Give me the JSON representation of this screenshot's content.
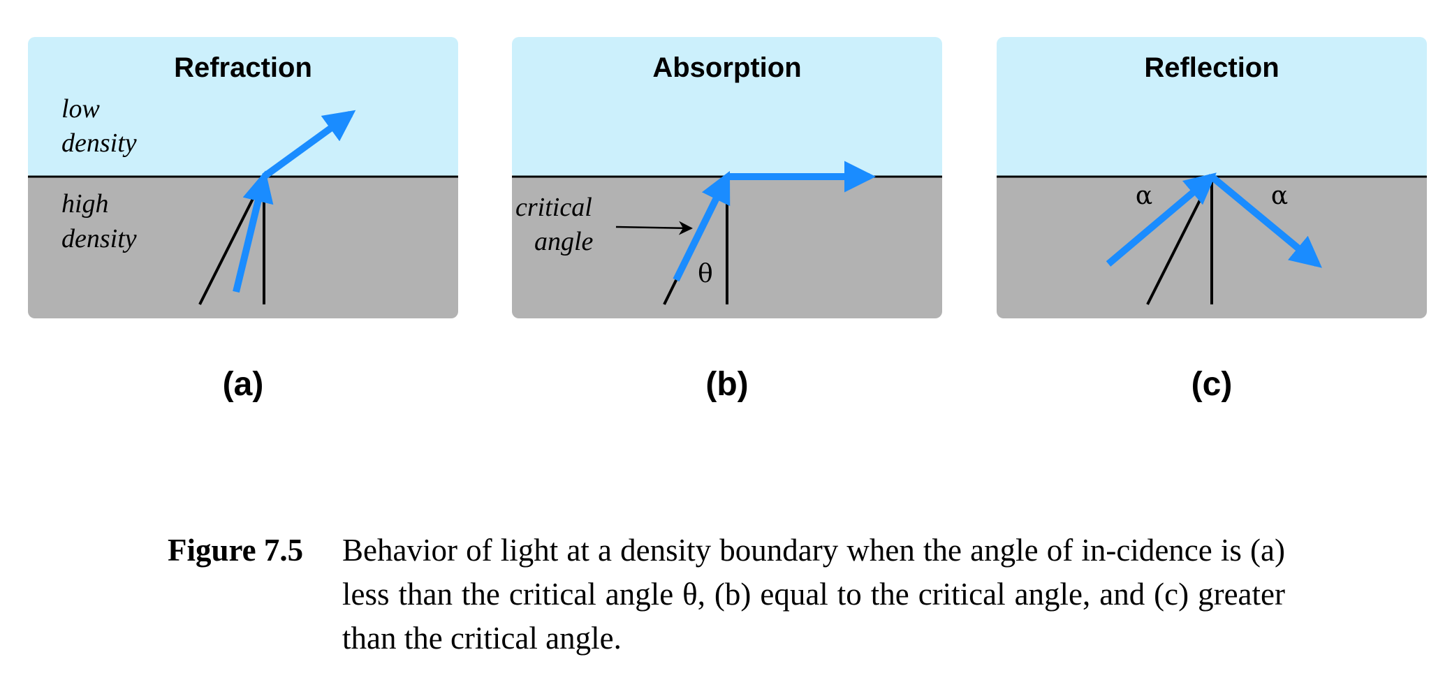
{
  "panels": [
    {
      "title": "Refraction",
      "label": "(a)",
      "upper_medium_lines": [
        "low",
        "density"
      ],
      "lower_medium_lines": [
        "high",
        "density"
      ]
    },
    {
      "title": "Absorption",
      "label": "(b)",
      "annotation_lines": [
        "critical",
        "angle"
      ],
      "angle_symbol": "θ"
    },
    {
      "title": "Reflection",
      "label": "(c)",
      "incident_angle_symbol": "α",
      "reflected_angle_symbol": "α"
    }
  ],
  "caption": {
    "label": "Figure 7.5",
    "text": "Behavior of light at a density boundary when the angle of in-cidence is (a) less than the critical angle θ, (b) equal to the critical angle, and (c) greater than the critical angle."
  },
  "colors": {
    "low_density": "#ccf0fc",
    "high_density": "#b2b2b2",
    "light_ray": "#1a8cff",
    "lines": "#000000"
  }
}
